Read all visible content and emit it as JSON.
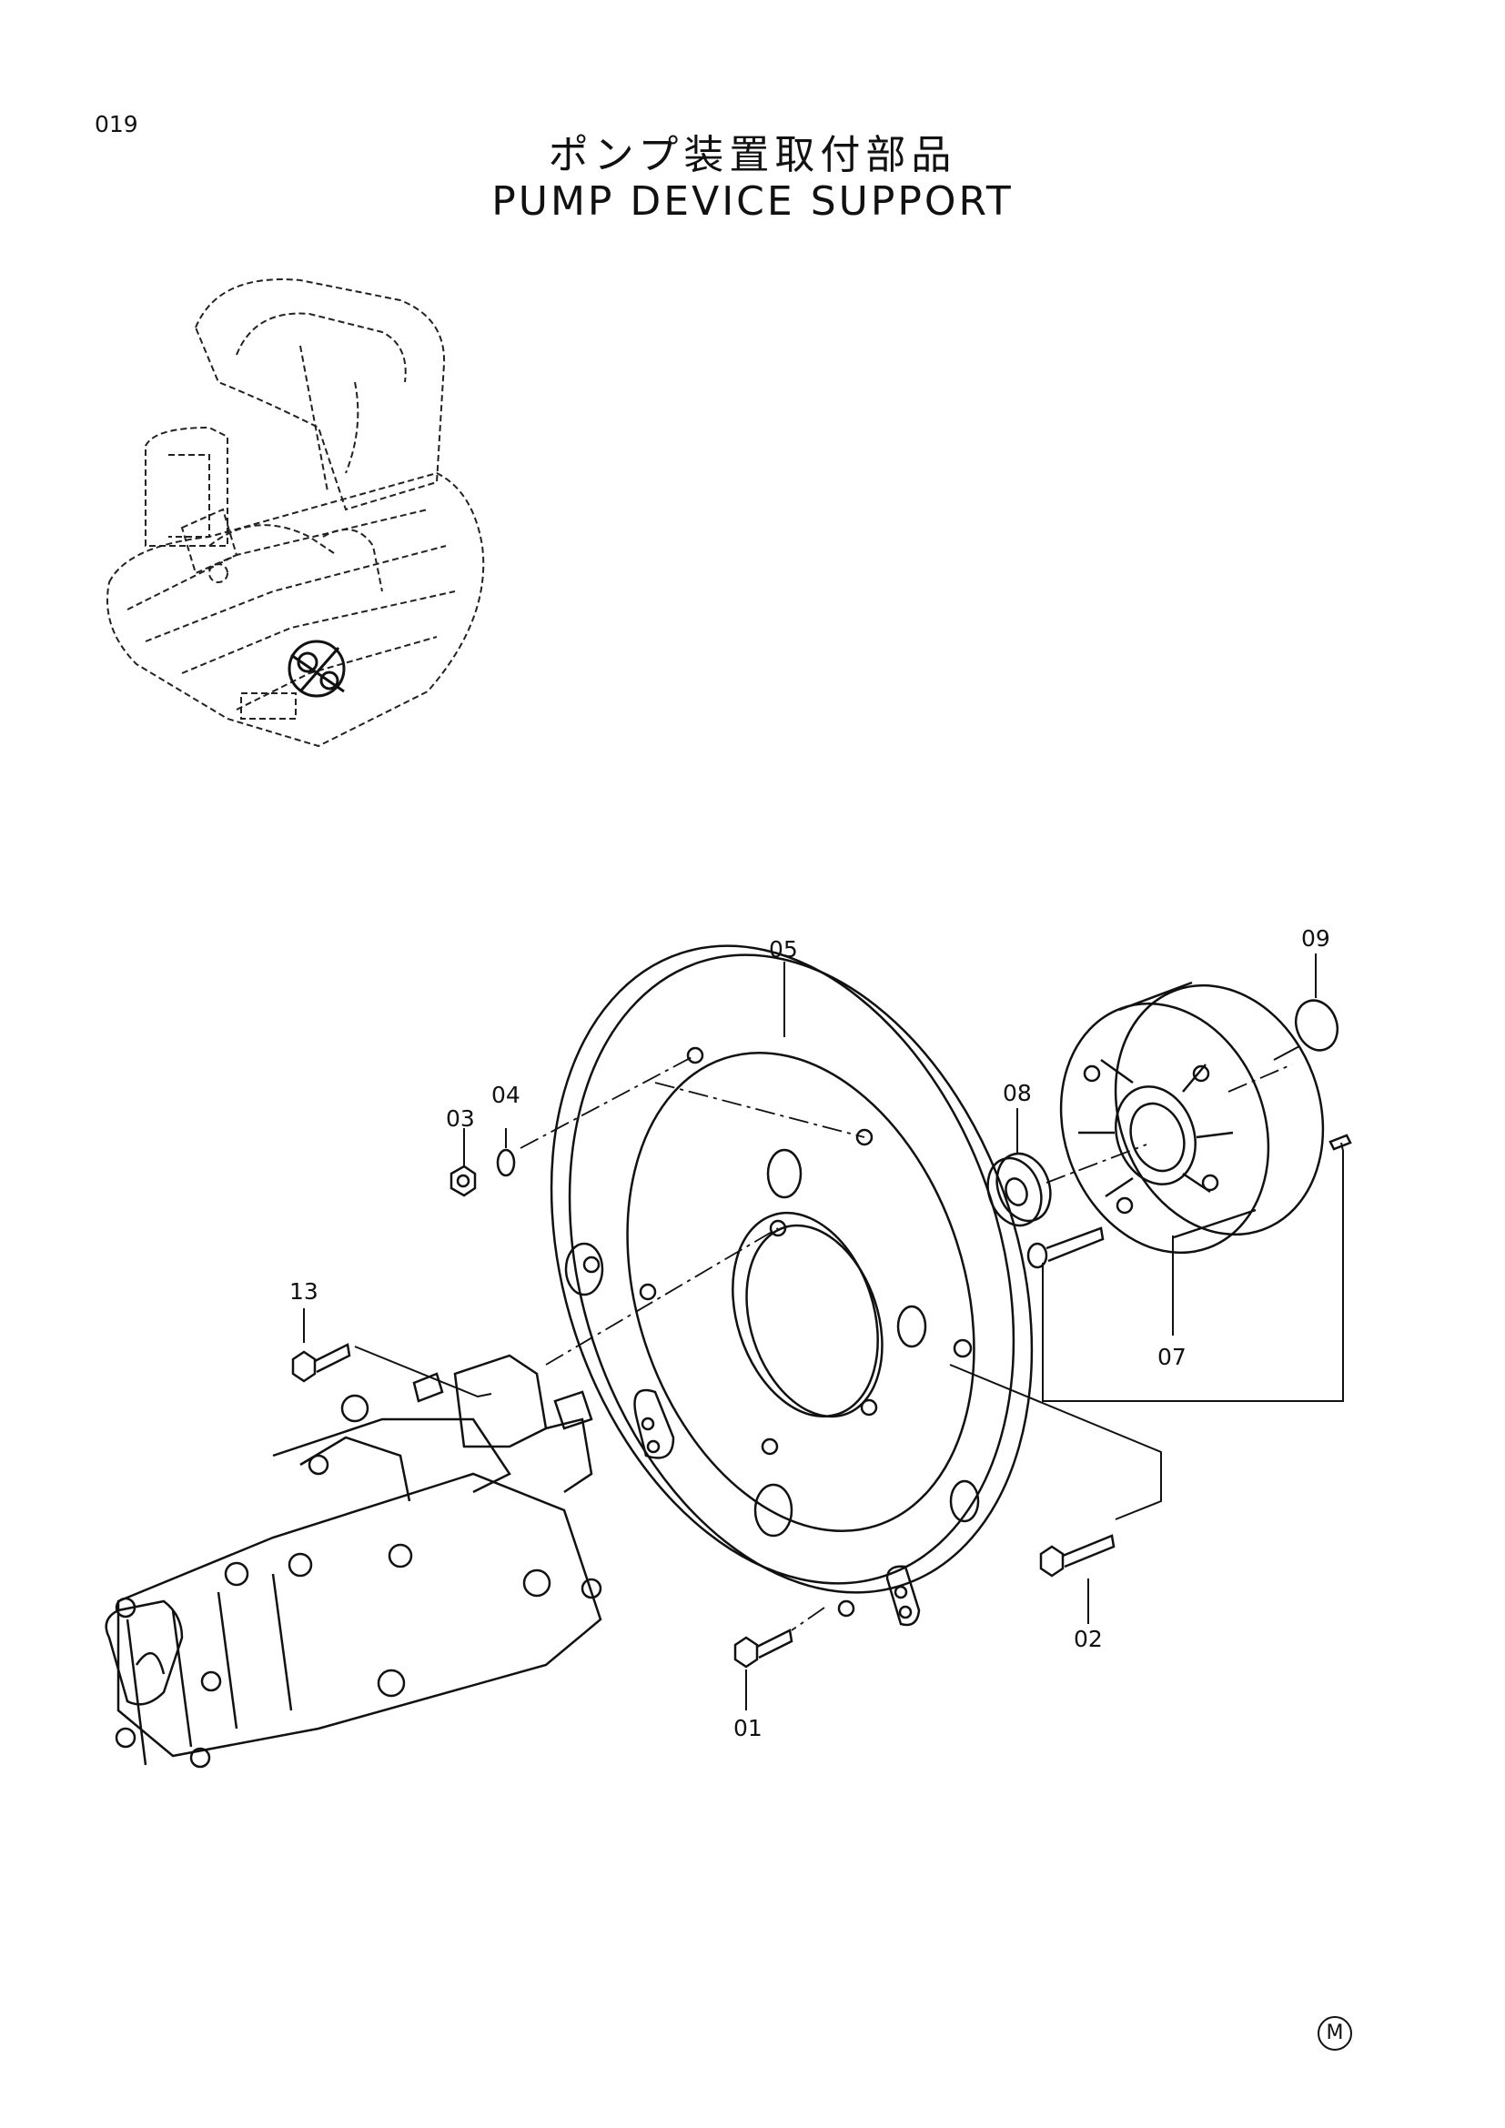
{
  "header": {
    "page_number": "019",
    "title_jp": "ポンプ装置取付部品",
    "title_en": "PUMP  DEVICE  SUPPORT"
  },
  "callouts": {
    "p01": "01",
    "p02": "02",
    "p03": "03",
    "p04": "04",
    "p05": "05",
    "p07": "07",
    "p08": "08",
    "p09": "09",
    "p13": "13"
  },
  "footer": {
    "mark": "M"
  }
}
